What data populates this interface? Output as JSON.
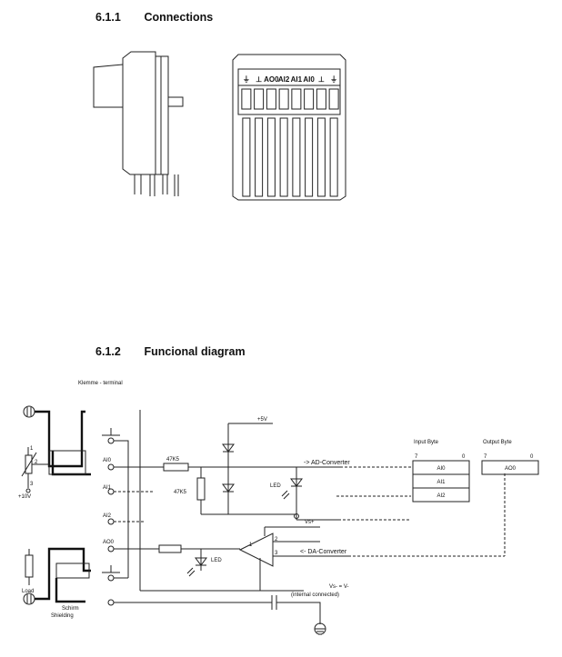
{
  "sections": {
    "connections": {
      "number": "6.1.1",
      "title": "Connections"
    },
    "functional": {
      "number": "6.1.2",
      "title": "Funcional diagram"
    }
  },
  "terminal_strip": [
    "⏚",
    "⊥",
    "AO0",
    "AI2",
    "AI1",
    "AI0",
    "⊥",
    "⏚"
  ],
  "diagram": {
    "terminal_block": "Klemme - terminal",
    "plus_5v": "+5V",
    "plus_10v": "+10V",
    "terminals": {
      "ai0": "AI0",
      "ai1": "AI1",
      "ai2": "AI2",
      "ao0": "AO0"
    },
    "r1": "47K5",
    "r2": "47K5",
    "led1": "LED",
    "led2": "LED",
    "ad_converter": "-> AD-Converter",
    "da_converter": "<- DA-Converter",
    "vs_plus": "Vs+",
    "vs_minus": "Vs- = V-",
    "internal": "(internal connected)",
    "pin1": "1",
    "pin2": "2",
    "pin3": "3",
    "pot_pin1": "1",
    "pot_pin2": "2",
    "pot_pin3": "3",
    "load": "Load",
    "schirm": "Schirm",
    "shielding": "Shielding",
    "input_byte": {
      "title": "Input Byte",
      "msb": "7",
      "lsb": "0",
      "rows": [
        "AI0",
        "AI1",
        "AI2"
      ]
    },
    "output_byte": {
      "title": "Output Byte",
      "msb": "7",
      "lsb": "0",
      "rows": [
        "AO0"
      ]
    }
  }
}
